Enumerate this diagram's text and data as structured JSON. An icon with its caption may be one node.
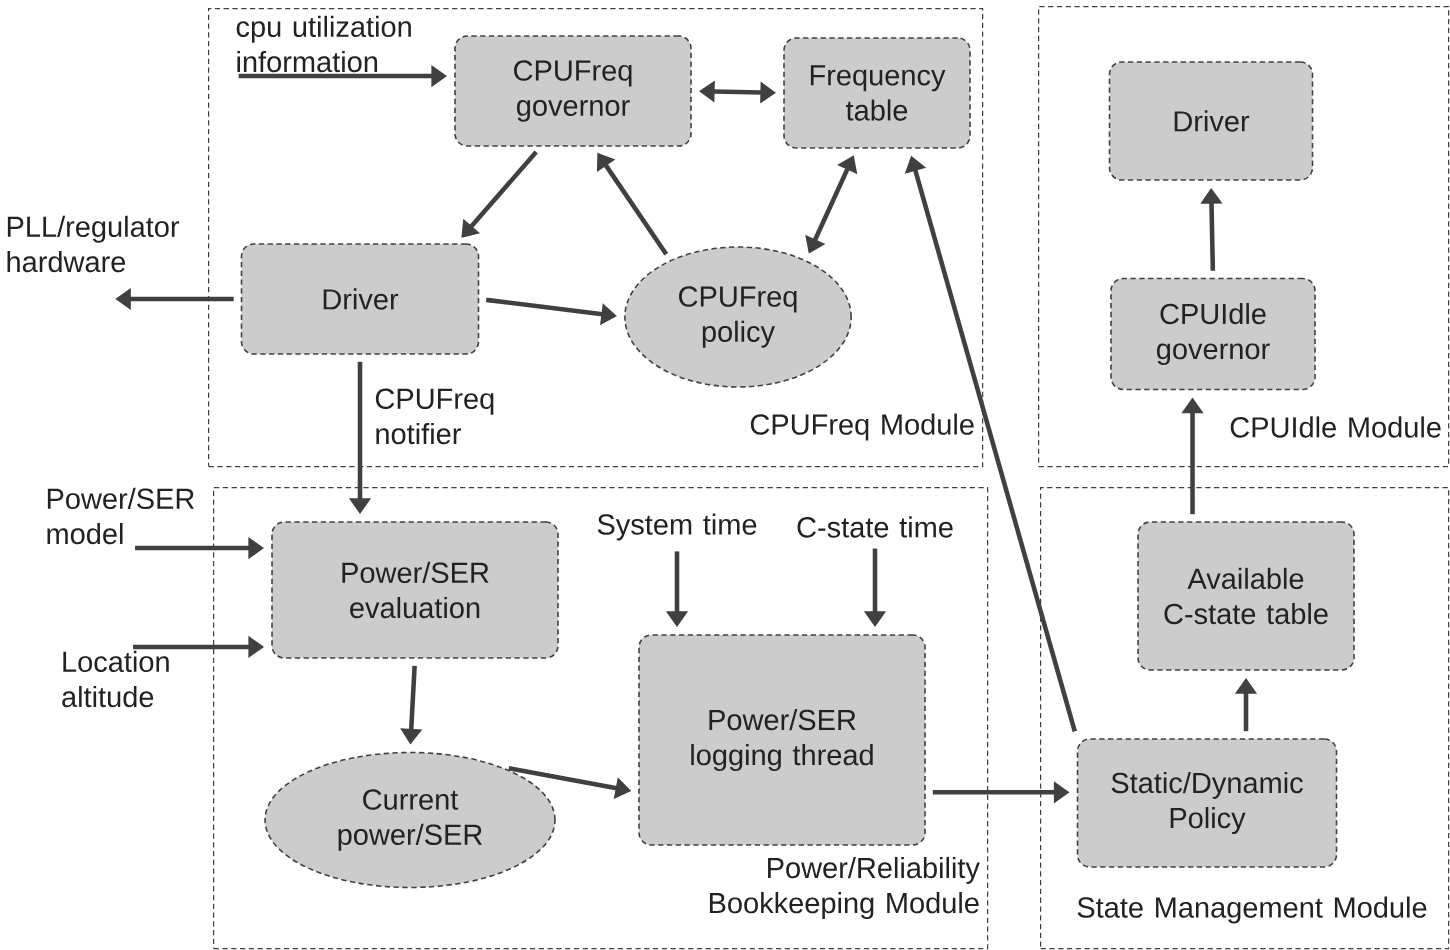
{
  "diagram": {
    "nodes": [
      {
        "text": [
          "CPUFreq Module"
        ]
      },
      {
        "text": [
          "CPUIdle Module"
        ]
      },
      {
        "text": [
          "Power/Reliability Bookkeeping Module"
        ]
      },
      {
        "text": [
          "State Management Module"
        ]
      },
      {
        "text": [
          "CPUFreq governor"
        ],
        "in": 0
      },
      {
        "text": [
          "Frequency table"
        ],
        "in": 0
      },
      {
        "text": [
          "Driver"
        ],
        "in": 0
      },
      {
        "text": [
          "CPUFreq policy"
        ],
        "in": 0
      },
      {
        "text": [
          "cpu utilization information"
        ],
        "in": 0
      },
      {
        "text": [
          "Driver"
        ],
        "in": 1
      },
      {
        "text": [
          "CPUIdle governor"
        ],
        "in": 1
      },
      {
        "text": [
          "Power/SER evaluation"
        ],
        "in": 2
      },
      {
        "text": [
          "Current power/SER"
        ],
        "in": 2
      },
      {
        "text": [
          "Power/SER logging thread"
        ],
        "in": 2
      },
      {
        "text": [
          "System time"
        ],
        "in": 2
      },
      {
        "text": [
          "C-state time"
        ],
        "in": 2
      },
      {
        "text": [
          "Available C-state table"
        ],
        "in": 3
      },
      {
        "text": [
          "Static/Dynamic Policy"
        ],
        "in": 3
      },
      {
        "text": [
          "PLL/regulator hardware"
        ]
      },
      {
        "text": [
          "Power/SER model"
        ]
      },
      {
        "text": [
          "Location altitude"
        ]
      }
    ],
    "edges": [
      {
        "from": 8,
        "to": 4,
        "arrow": "to"
      },
      {
        "from": 4,
        "to": 5,
        "arrow": "both"
      },
      {
        "from": 4,
        "to": 6,
        "arrow": "to"
      },
      {
        "from": 7,
        "to": 4,
        "arrow": "to"
      },
      {
        "from": 7,
        "to": 5,
        "arrow": "both"
      },
      {
        "from": 6,
        "to": 18,
        "arrow": "to"
      },
      {
        "from": 6,
        "to": 7,
        "arrow": "to"
      },
      {
        "from": 6,
        "to": 11,
        "arrow": "to",
        "label": "CPUFreq notifier"
      },
      {
        "from": 19,
        "to": 11,
        "arrow": "to"
      },
      {
        "from": 20,
        "to": 11,
        "arrow": "to"
      },
      {
        "from": 11,
        "to": 12,
        "arrow": "to"
      },
      {
        "from": 12,
        "to": 13,
        "arrow": "to"
      },
      {
        "from": 14,
        "to": 13,
        "arrow": "to"
      },
      {
        "from": 15,
        "to": 13,
        "arrow": "to"
      },
      {
        "from": 13,
        "to": 17,
        "arrow": "to"
      },
      {
        "from": 17,
        "to": 5,
        "arrow": "to"
      },
      {
        "from": 17,
        "to": 16,
        "arrow": "to"
      },
      {
        "from": 16,
        "to": 10,
        "arrow": "to"
      },
      {
        "from": 10,
        "to": 9,
        "arrow": "to"
      }
    ]
  }
}
